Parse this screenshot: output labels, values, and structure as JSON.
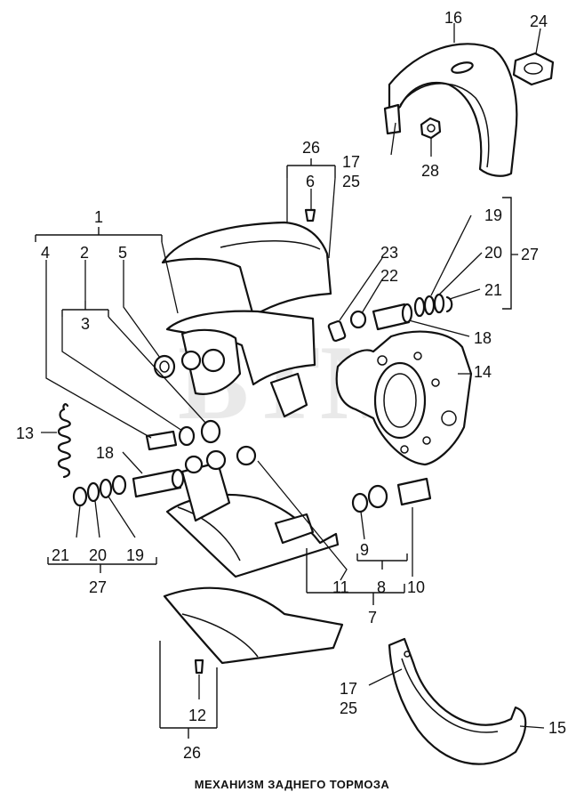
{
  "title": "МЕХАНИЗМ ЗАДНЕГО ТОРМОЗА",
  "watermark": "BTM",
  "labels": {
    "l1": "1",
    "l2": "2",
    "l3": "3",
    "l4": "4",
    "l5": "5",
    "l6": "6",
    "l7": "7",
    "l8": "8",
    "l9": "9",
    "l10": "10",
    "l11": "11",
    "l12": "12",
    "l13": "13",
    "l14": "14",
    "l15": "15",
    "l16": "16",
    "l17a": "17",
    "l17b": "17",
    "l18a": "18",
    "l18b": "18",
    "l19a": "19",
    "l19b": "19",
    "l20a": "20",
    "l20b": "20",
    "l21a": "21",
    "l21b": "21",
    "l22": "22",
    "l23": "23",
    "l24": "24",
    "l25a": "25",
    "l25b": "25",
    "l26a": "26",
    "l26b": "26",
    "l27a": "27",
    "l27b": "27",
    "l28": "28"
  }
}
